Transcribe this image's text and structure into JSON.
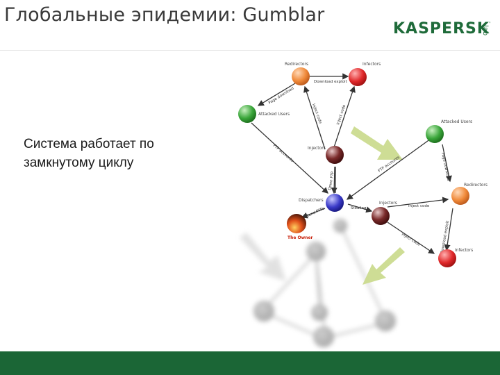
{
  "header": {
    "title": "Глобальные эпидемии: Gumblar"
  },
  "logo": {
    "text": "KASPERSKY",
    "sub": "lab"
  },
  "body": {
    "line1": "Система работает по",
    "line2": "замкнутому циклу"
  },
  "diagram": {
    "nodes": {
      "redirectors_top": "Redirectors",
      "infectors_top": "Infectors",
      "attacked_users_left": "Attacked Users",
      "injectors_mid": "Injectors",
      "dispatchers": "Dispatchers",
      "the_owner": "The Owner",
      "injectors_right": "Injectors",
      "attacked_users_right": "Attacked Users",
      "redirectors_right": "Redirectors",
      "infectors_right": "Infectors"
    },
    "edges": {
      "download_exploit": "Download exploit",
      "page_download": "Page download",
      "inject_code_a": "Inject code",
      "inject_code_b": "Inject code",
      "ftp_accounts_left": "FTP accounts",
      "down_ftp": "Down FTP",
      "ftp_accounts_right": "FTP accounts",
      "stealing": "Stealing",
      "page_download_right": "Page download",
      "inject_code_right": "Inject code",
      "download_exploit_right": "Download exploit",
      "inject_code_bottom": "Inject code",
      "send_ftps": "Send FTPs"
    }
  },
  "colors": {
    "brand_green": "#1b6636",
    "orange_node": "#f08a3a",
    "red_node": "#e0282a",
    "green_node": "#3aa63a",
    "maroon_node": "#7a2a2a",
    "blue_node": "#3a3ac8",
    "owner_node": "#c8200a",
    "arrow_yellow_green": "#c9d98a"
  }
}
